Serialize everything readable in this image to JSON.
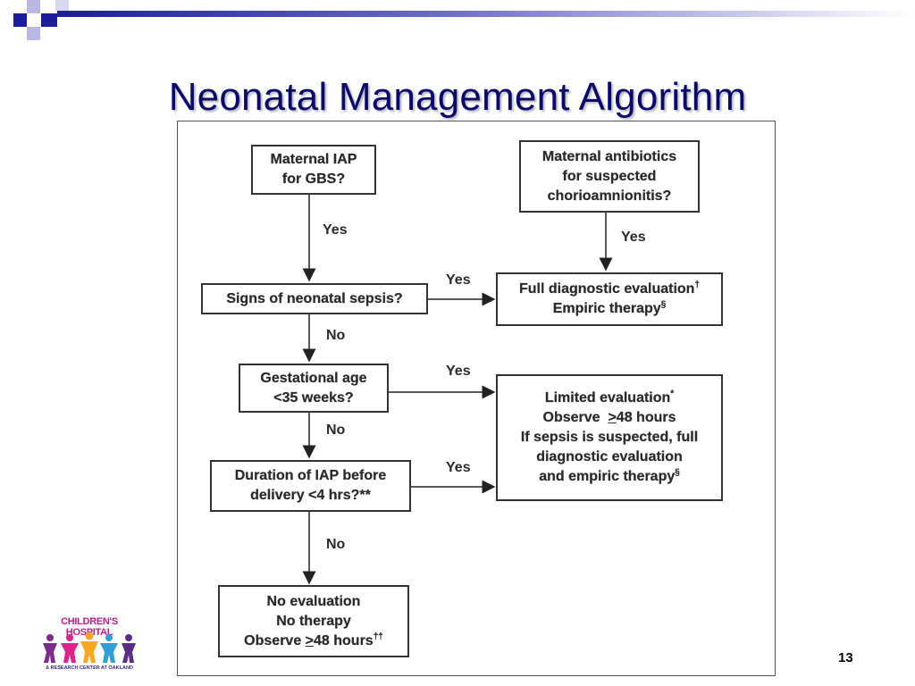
{
  "slide": {
    "title": "Neonatal Management Algorithm",
    "page_number": "13"
  },
  "logo": {
    "title": "CHILDREN'S HOSPITAL",
    "subtitle": "& RESEARCH CENTER AT OAKLAND"
  },
  "flowchart": {
    "nodes": {
      "maternal_iap": [
        "Maternal IAP",
        "for GBS?"
      ],
      "maternal_antibiotics": [
        "Maternal antibiotics",
        "for suspected",
        "chorioamnionitis?"
      ],
      "signs_sepsis": [
        "Signs of neonatal sepsis?"
      ],
      "full_eval": {
        "line1": "Full diagnostic evaluation",
        "line1_mark": "†",
        "line2": "Empiric therapy",
        "line2_mark": "§"
      },
      "gestational_age": [
        "Gestational age",
        "<35 weeks?"
      ],
      "limited_eval": {
        "line1": "Limited evaluation",
        "line1_mark": "*",
        "line2_prefix": "Observe  ",
        "line2_ge": ">",
        "line2_rest": "48 hours",
        "line3": "If sepsis is suspected, full",
        "line4": "diagnostic evaluation",
        "line5": "and empiric therapy",
        "line5_mark": "§"
      },
      "duration_iap": [
        "Duration of IAP before",
        "delivery <4 hrs?**"
      ],
      "no_eval": {
        "line1": "No evaluation",
        "line2": "No therapy",
        "line3_prefix": "Observe ",
        "line3_ge": ">",
        "line3_rest": "48 hours",
        "line3_mark": "††"
      }
    },
    "edge_labels": {
      "iap_to_signs": "Yes",
      "antibiotics_to_full": "Yes",
      "signs_to_full": "Yes",
      "signs_to_ga": "No",
      "ga_to_limited": "Yes",
      "ga_to_duration": "No",
      "duration_to_limited": "Yes",
      "duration_to_noeval": "No"
    }
  },
  "colors": {
    "title": "#0a0a6e",
    "decor_dark": "#1c1c9c",
    "decor_light": "#9a9ad6"
  }
}
